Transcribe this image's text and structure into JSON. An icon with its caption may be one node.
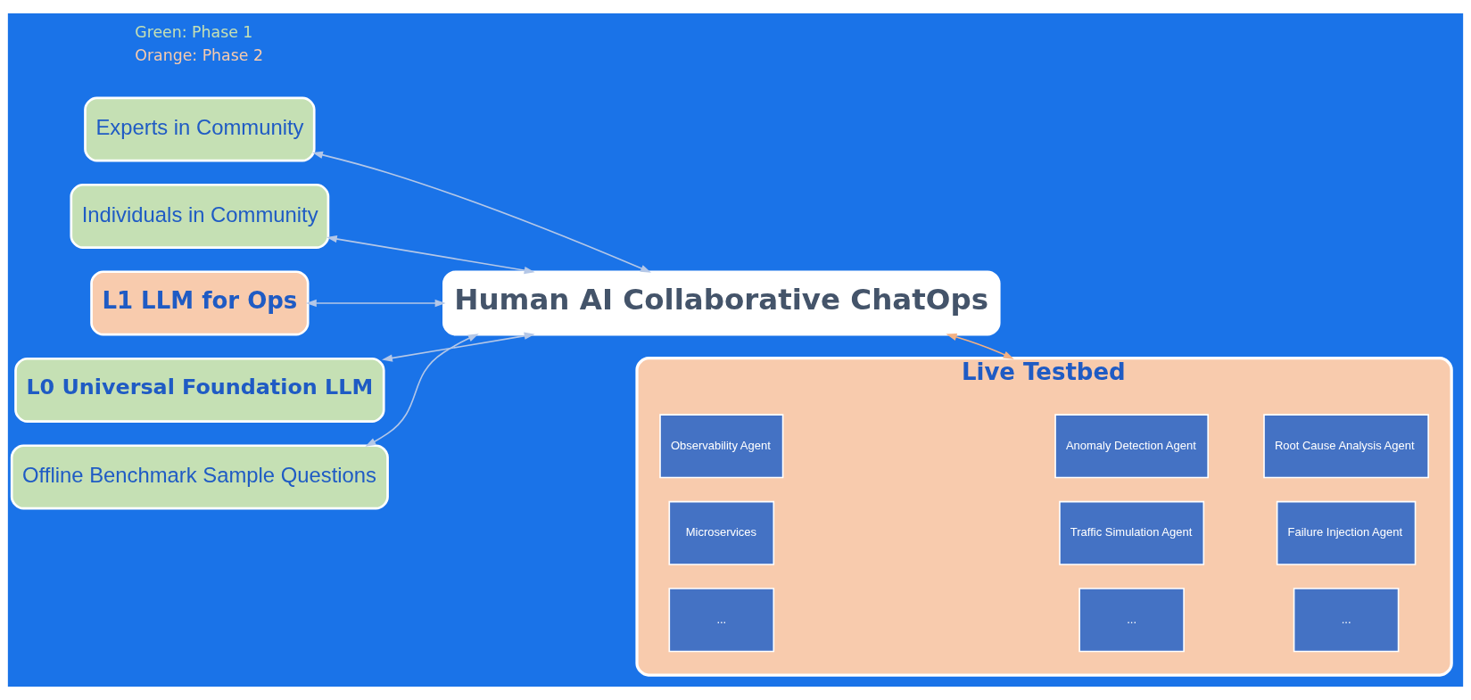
{
  "diagram": {
    "nodes": [
      {
        "text": [
          "Experts in Community"
        ]
      },
      {
        "text": [
          "Individuals in Community"
        ]
      },
      {
        "text": [
          "Human AI Collaborative ChatOps"
        ]
      },
      {
        "text": [
          "L1 LLM for Ops"
        ]
      },
      {
        "text": [
          "Live Testbed"
        ]
      },
      {
        "text": [
          "Microservices"
        ],
        "in": 4
      },
      {
        "text": [
          "Traffic Simulation Agent"
        ],
        "in": 4
      },
      {
        "text": [
          "Failure Injection Agent"
        ],
        "in": 4
      },
      {
        "text": [
          "Observability Agent"
        ],
        "in": 4
      },
      {
        "text": [
          "Anomaly Detection Agent"
        ],
        "in": 4
      },
      {
        "text": [
          "Root Cause Analysis Agent"
        ],
        "in": 4
      },
      {
        "text": [
          "..."
        ],
        "in": 4
      },
      {
        "text": [
          "..."
        ],
        "in": 4
      },
      {
        "text": [
          "..."
        ],
        "in": 4
      },
      {
        "text": [
          "L0 Universal Foundation LLM"
        ]
      },
      {
        "text": [
          "Offline Benchmark Sample Questions"
        ]
      }
    ],
    "edges": [
      {
        "from": 0,
        "to": 2,
        "arrow": "both"
      },
      {
        "from": 1,
        "to": 2,
        "arrow": "both"
      },
      {
        "from": 3,
        "to": 2,
        "arrow": "both"
      },
      {
        "from": 2,
        "to": 4,
        "arrow": "both",
        "color": "#f4b183"
      },
      {
        "from": 14,
        "to": 2,
        "arrow": "both"
      },
      {
        "from": 15,
        "to": 2,
        "arrow": "both"
      }
    ],
    "legend": [
      {
        "text": "Green: Phase 1",
        "color": "#c5e0b4"
      },
      {
        "text": "Orange: Phase 2",
        "color": "#f8cbad"
      }
    ]
  }
}
